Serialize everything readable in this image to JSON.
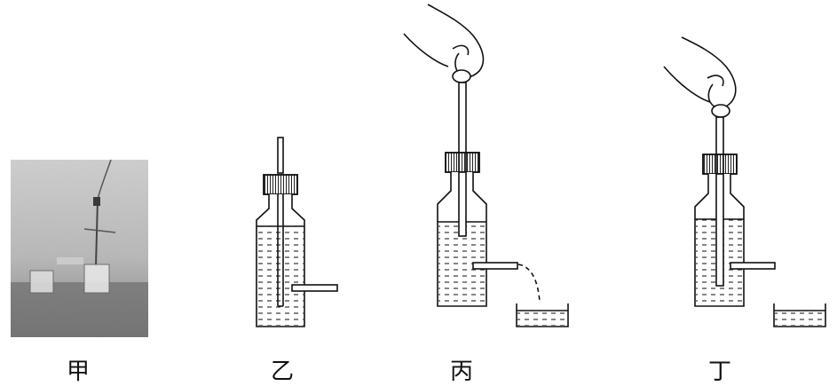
{
  "panels": [
    {
      "id": "jia",
      "label": "甲"
    },
    {
      "id": "yi",
      "label": "乙"
    },
    {
      "id": "bing",
      "label": "丙"
    },
    {
      "id": "ding",
      "label": "丁"
    }
  ]
}
